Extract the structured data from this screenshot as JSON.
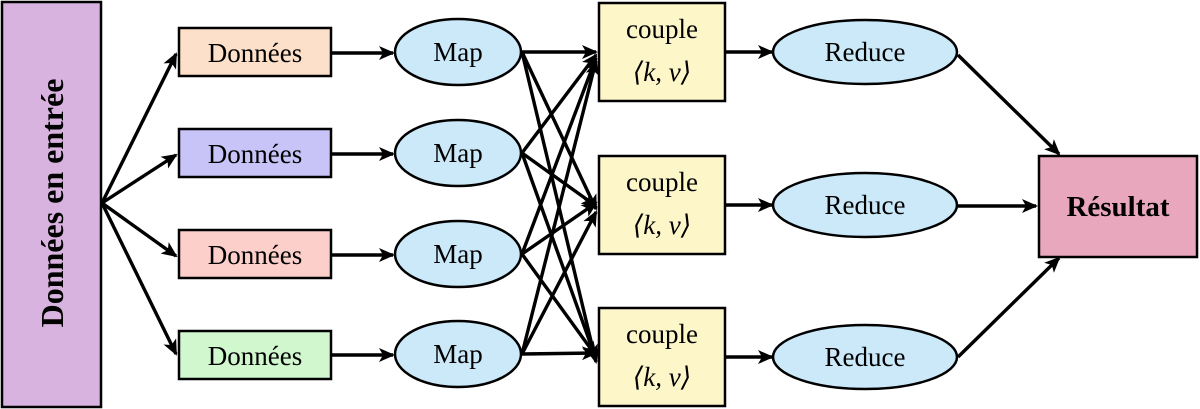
{
  "diagram": {
    "input": {
      "label": "Données en entrée",
      "color": "#d9b3df"
    },
    "sources": [
      {
        "label": "Données",
        "color": "#fde0c9"
      },
      {
        "label": "Données",
        "color": "#c8c4f8"
      },
      {
        "label": "Données",
        "color": "#fccfca"
      },
      {
        "label": "Données",
        "color": "#d1f7cf"
      }
    ],
    "maps": [
      {
        "label": "Map",
        "color": "#cbe9f9"
      },
      {
        "label": "Map",
        "color": "#cbe9f9"
      },
      {
        "label": "Map",
        "color": "#cbe9f9"
      },
      {
        "label": "Map",
        "color": "#cbe9f9"
      }
    ],
    "couples": [
      {
        "label": "couple",
        "math": "⟨k, v⟩",
        "color": "#fdf6c9"
      },
      {
        "label": "couple",
        "math": "⟨k, v⟩",
        "color": "#fdf6c9"
      },
      {
        "label": "couple",
        "math": "⟨k, v⟩",
        "color": "#fdf6c9"
      }
    ],
    "reduces": [
      {
        "label": "Reduce",
        "color": "#cbe9f9"
      },
      {
        "label": "Reduce",
        "color": "#cbe9f9"
      },
      {
        "label": "Reduce",
        "color": "#cbe9f9"
      }
    ],
    "result": {
      "label": "Résultat",
      "color": "#e9a7bd"
    },
    "line_color": "#000000"
  }
}
